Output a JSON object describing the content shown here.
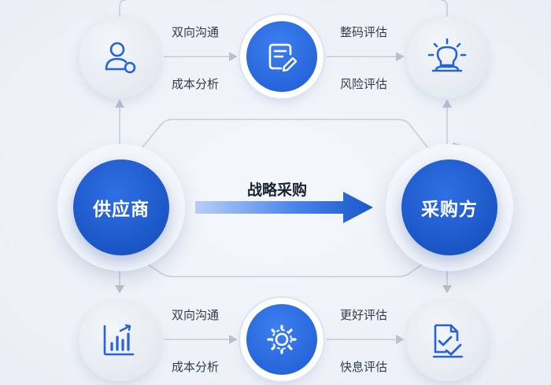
{
  "center": {
    "supplier": "供应商",
    "buyer": "采购方",
    "strategy": "战略采购"
  },
  "top_row": {
    "left_top": "双向沟通",
    "left_bottom": "成本分析",
    "right_top": "整码评估",
    "right_bottom": "风险评估"
  },
  "bottom_row": {
    "left_top": "双向沟通",
    "left_bottom": "成本分析",
    "right_top": "更好评估",
    "right_bottom": "快息评估"
  },
  "icons": {
    "top_left": "user-icon",
    "top_middle": "document-edit-icon",
    "top_right": "lightbulb-icon",
    "bottom_left": "bar-chart-icon",
    "bottom_middle": "gear-icon",
    "bottom_right": "checklist-icon"
  },
  "colors": {
    "primary_blue": "#1d5cd1",
    "icon_blue": "#2563d6",
    "connector_grey": "#c5ccd7"
  }
}
